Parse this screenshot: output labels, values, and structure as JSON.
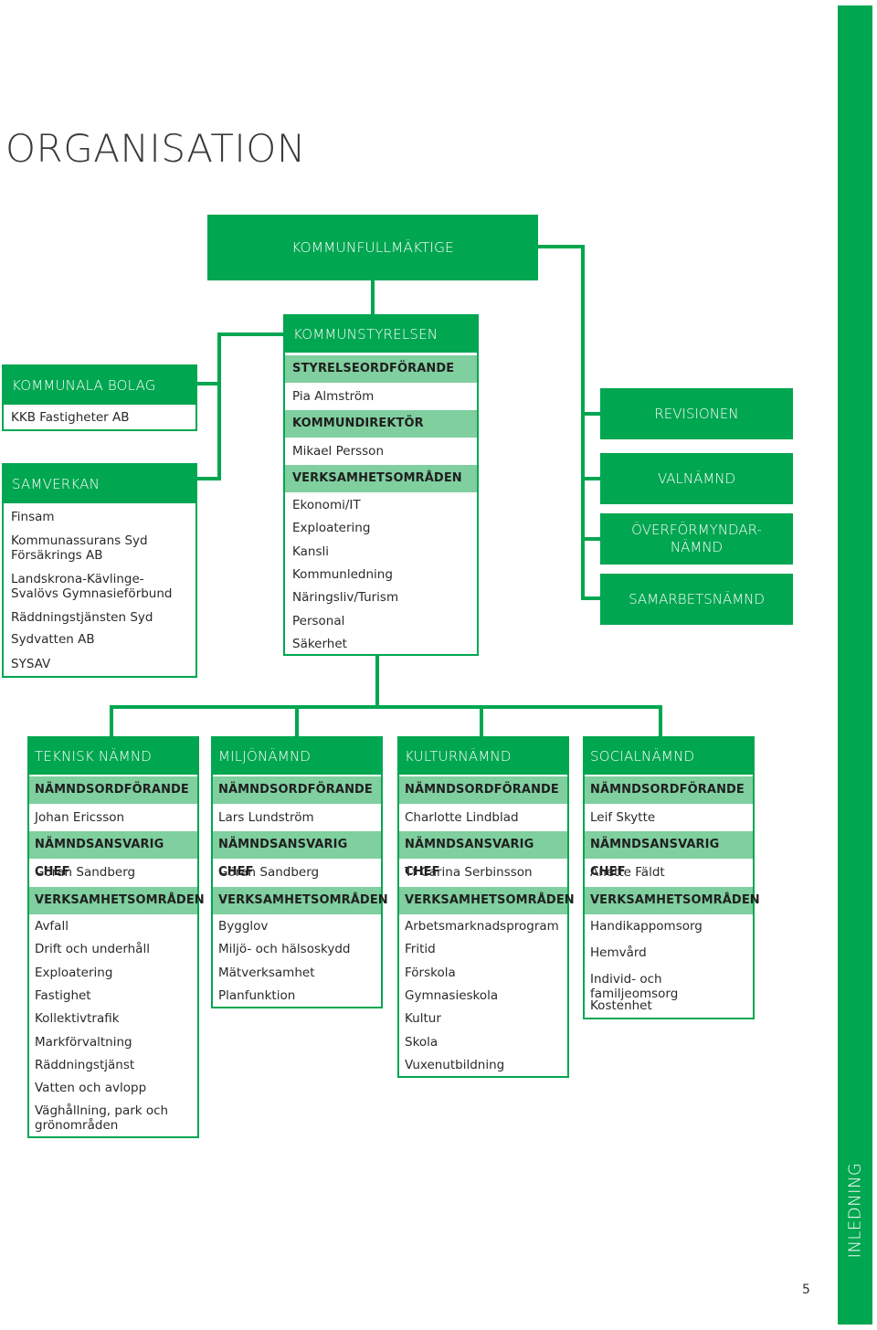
{
  "title": "ORGANISATION",
  "sidebar_label": "INLEDNING",
  "page_number": "5",
  "kommunfullmaktige": "KOMMUNFULLMÄKTIGE",
  "kommunstyrelsen": {
    "title": "KOMMUNSTYRELSEN",
    "ordforande_label": "STYRELSEORDFÖRANDE",
    "ordforande": "Pia Almström",
    "direktor_label": "KOMMUNDIREKTÖR",
    "direktor": "Mikael Persson",
    "omraden_label": "VERKSAMHETSOMRÅDEN",
    "omraden": [
      "Ekonomi/IT",
      "Exploatering",
      "Kansli",
      "Kommunledning",
      "Näringsliv/Turism",
      "Personal",
      "Säkerhet"
    ]
  },
  "kommunala_bolag": {
    "title": "KOMMUNALA BOLAG",
    "items": [
      "KKB Fastigheter AB"
    ]
  },
  "samverkan": {
    "title": "SAMVERKAN",
    "items": [
      "Finsam",
      "Kommunassurans Syd\nFörsäkrings AB",
      "Landskrona-Kävlinge-\nSvalövs Gymnasieförbund",
      "Räddningstjänsten Syd",
      "Sydvatten AB",
      "SYSAV"
    ]
  },
  "right_boxes": [
    "REVISIONEN",
    "VALNÄMND",
    "ÖVERFÖRMYNDAR-\nNÄMND",
    "SAMARBETSNÄMND"
  ],
  "namnder": [
    {
      "title": "TEKNISK NÄMND",
      "ordforande_label": "NÄMNDSORDFÖRANDE",
      "ordforande": "Johan Ericsson",
      "chef_label": "NÄMNDSANSVARIG CHEF",
      "chef": "Göran Sandberg",
      "omraden_label": "VERKSAMHETSOMRÅDEN",
      "omraden": [
        "Avfall",
        "Drift och underhåll",
        "Exploatering",
        "Fastighet",
        "Kollektivtrafik",
        "Markförvaltning",
        "Räddningstjänst",
        "Vatten och avlopp",
        "Väghållning, park och\ngrönområden"
      ]
    },
    {
      "title": "MILJÖNÄMND",
      "ordforande_label": "NÄMNDSORDFÖRANDE",
      "ordforande": "Lars Lundström",
      "chef_label": "NÄMNDSANSVARIG CHEF",
      "chef": "Göran Sandberg",
      "omraden_label": "VERKSAMHETSOMRÅDEN",
      "omraden": [
        "Bygglov",
        "Miljö- och hälsoskydd",
        "Mätverksamhet",
        "Planfunktion"
      ]
    },
    {
      "title": "KULTURNÄMND",
      "ordforande_label": "NÄMNDSORDFÖRANDE",
      "ordforande": "Charlotte Lindblad",
      "chef_label": "NÄMNDSANSVARIG CHEF",
      "chef": "Tf Carina Serbinsson",
      "omraden_label": "VERKSAMHETSOMRÅDEN",
      "omraden": [
        "Arbetsmarknadsprogram",
        "Fritid",
        "Förskola",
        "Gymnasieskola",
        "Kultur",
        "Skola",
        "Vuxenutbildning"
      ]
    },
    {
      "title": "SOCIALNÄMND",
      "ordforande_label": "NÄMNDSORDFÖRANDE",
      "ordforande": "Leif Skytte",
      "chef_label": "NÄMNDSANSVARIG CHEF",
      "chef": "Anette Fäldt",
      "omraden_label": "VERKSAMHETSOMRÅDEN",
      "omraden": [
        "Handikappomsorg",
        "Hemvård",
        "Individ- och familjeomsorg",
        "Kostenhet"
      ]
    }
  ],
  "colors": {
    "green": "#00a650",
    "light_green": "#7fcf9f"
  }
}
